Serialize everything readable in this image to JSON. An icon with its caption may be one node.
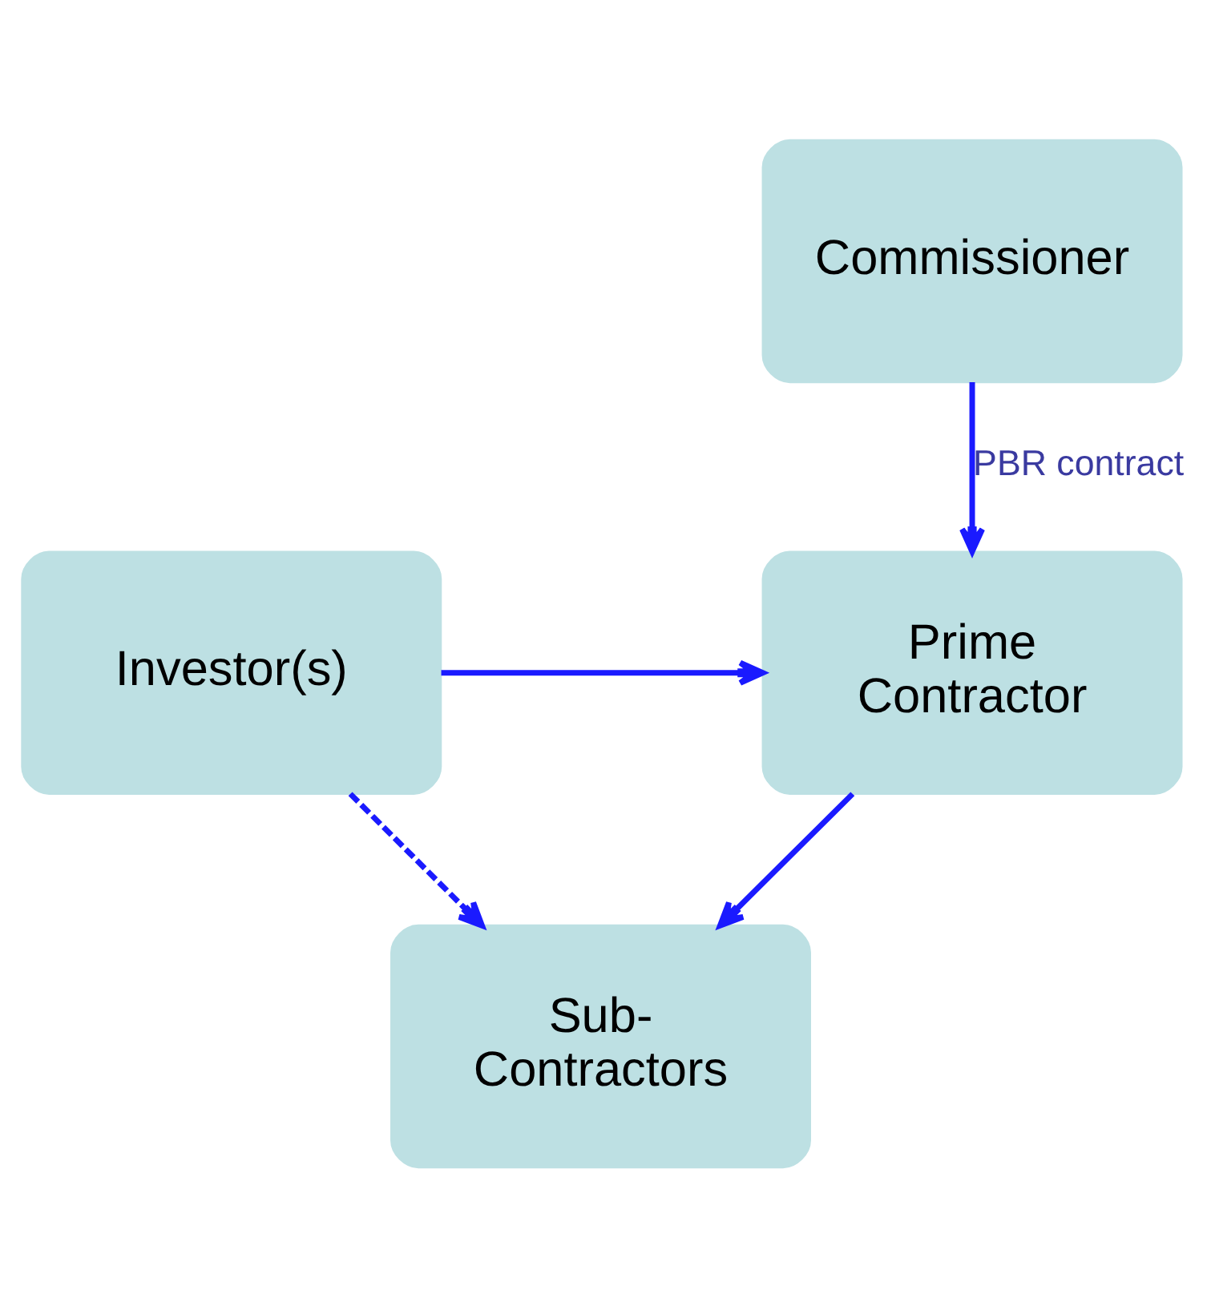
{
  "diagram": {
    "nodes": [
      {
        "text": [
          "Commissioner"
        ]
      },
      {
        "text": [
          "Prime Contractor"
        ]
      },
      {
        "text": [
          "Investor(s)"
        ]
      },
      {
        "text": [
          "Sub- Contractors"
        ]
      }
    ],
    "edges": [
      {
        "from": 0,
        "to": 1,
        "arrow": "to",
        "label": "PBR contract"
      },
      {
        "from": 2,
        "to": 1,
        "arrow": "to"
      },
      {
        "from": 1,
        "to": 3,
        "arrow": "to"
      },
      {
        "from": 2,
        "to": 3,
        "arrow": "to",
        "style": "dashed"
      }
    ]
  }
}
